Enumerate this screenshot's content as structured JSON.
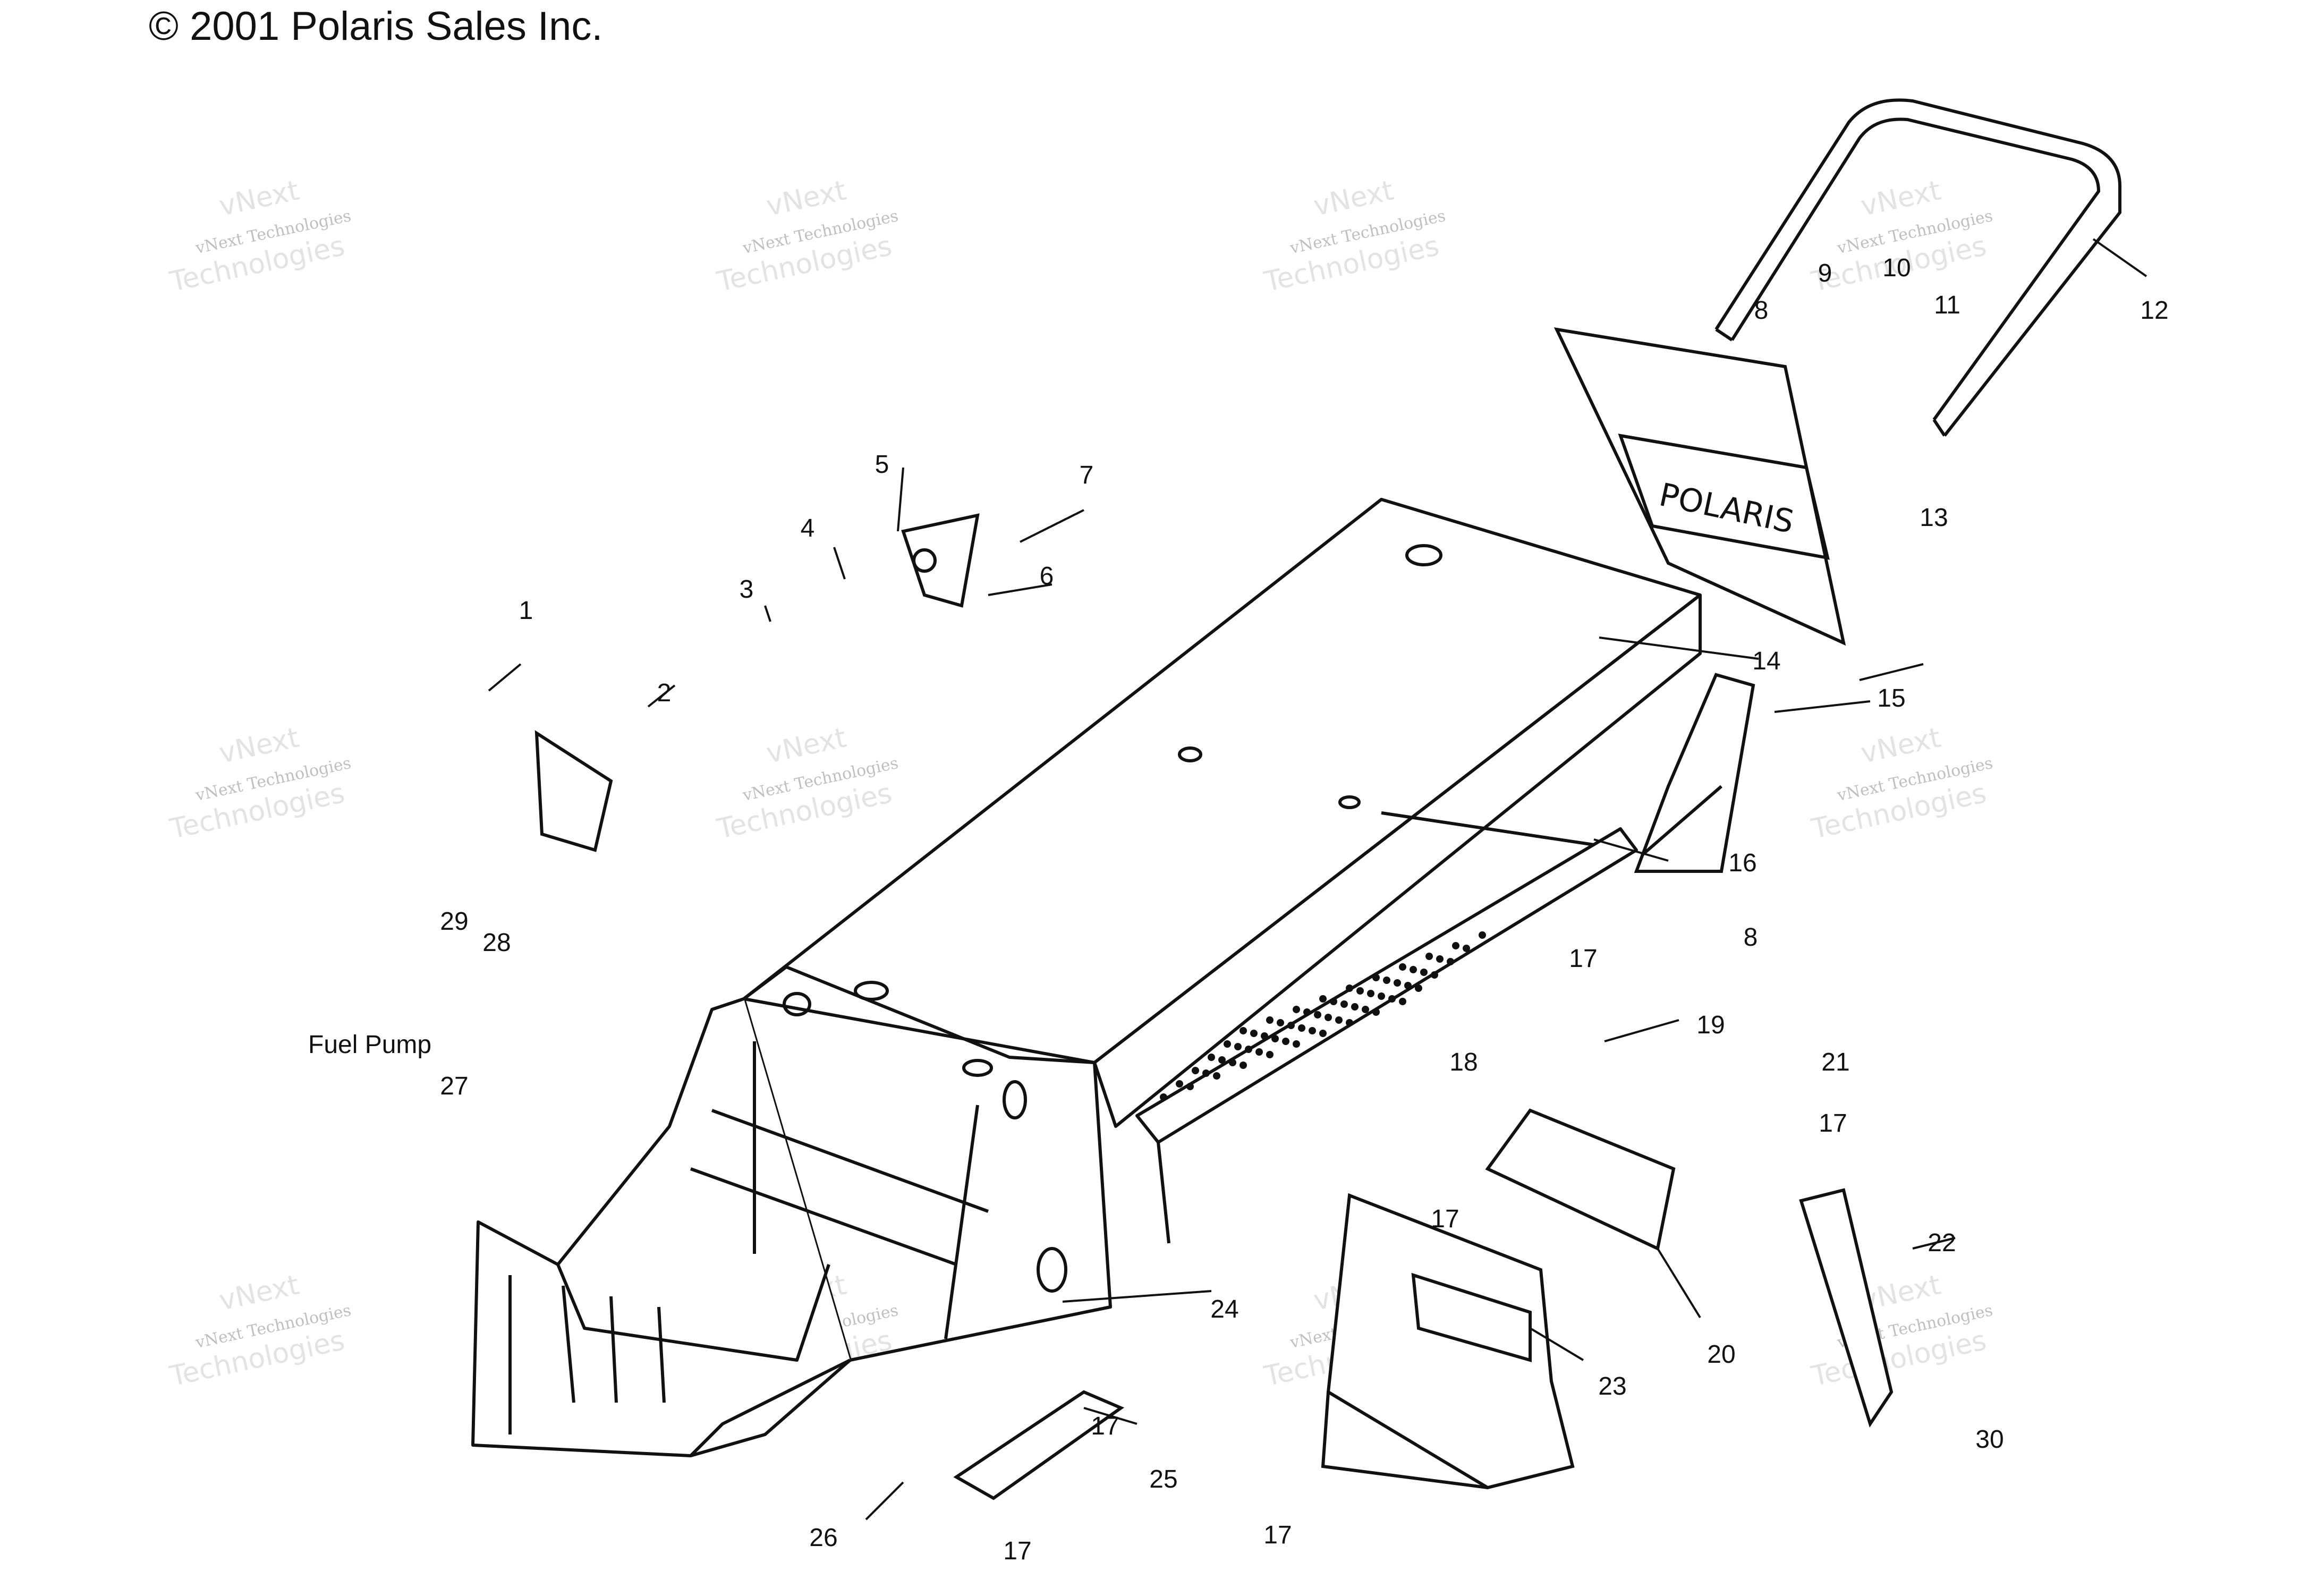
{
  "copyright": "© 2001 Polaris Sales Inc.",
  "watermark": {
    "line1": "vNext Technologies",
    "line2": "Technologies",
    "line3": "vNext"
  },
  "callouts": [
    "1",
    "2",
    "3",
    "4",
    "5",
    "6",
    "7",
    "8",
    "9",
    "10",
    "11",
    "12",
    "13",
    "14",
    "15",
    "16",
    "8",
    "17",
    "18",
    "19",
    "21",
    "17",
    "17",
    "22",
    "24",
    "23",
    "20",
    "17",
    "25",
    "26",
    "17",
    "17",
    "30",
    "29",
    "28",
    "27"
  ],
  "fuel_pump_label": "Fuel Pump",
  "logo_text": "POLARIS",
  "colors": {
    "ink": "#111111",
    "watermark": "#cfcfcf"
  }
}
